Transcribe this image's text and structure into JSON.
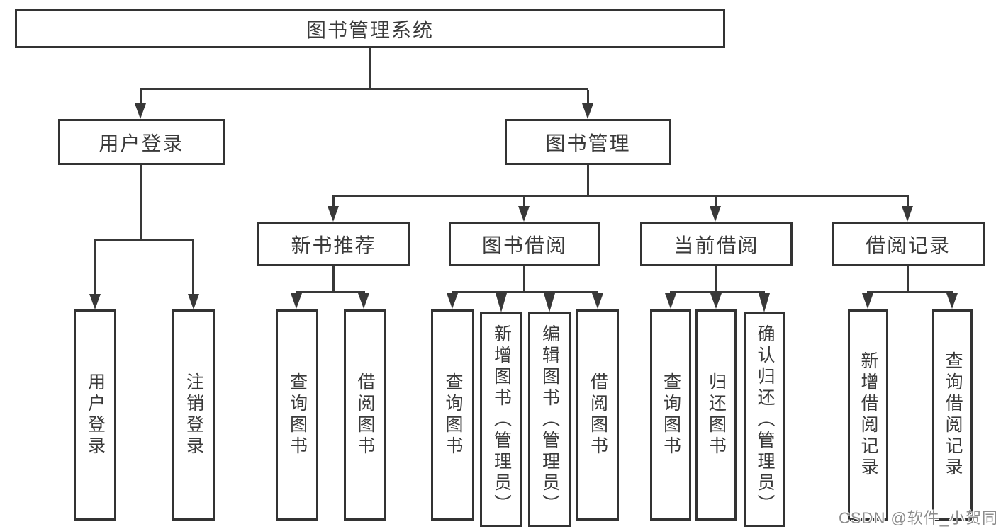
{
  "tree": {
    "root": "图书管理系统",
    "level1": [
      {
        "label": "用户登录",
        "children": [
          "用户登录",
          "注销登录"
        ]
      },
      {
        "label": "图书管理",
        "children": [
          {
            "label": "新书推荐",
            "children": [
              "查询图书",
              "借阅图书"
            ]
          },
          {
            "label": "图书借阅",
            "children": [
              "查询图书",
              "新增图书（管理员）",
              "编辑图书（管理员）",
              "借阅图书"
            ]
          },
          {
            "label": "当前借阅",
            "children": [
              "查询图书",
              "归还图书",
              "确认归还（管理员）"
            ]
          },
          {
            "label": "借阅记录",
            "children": [
              "新增借阅记录",
              "查询借阅记录"
            ]
          }
        ]
      }
    ]
  },
  "colors": {
    "line": "#383838",
    "border": "#333333",
    "text": "#3a3a3a",
    "watermark": "#8c8c8c"
  },
  "watermark": {
    "text": "CSDN @软件_小贺同学"
  }
}
